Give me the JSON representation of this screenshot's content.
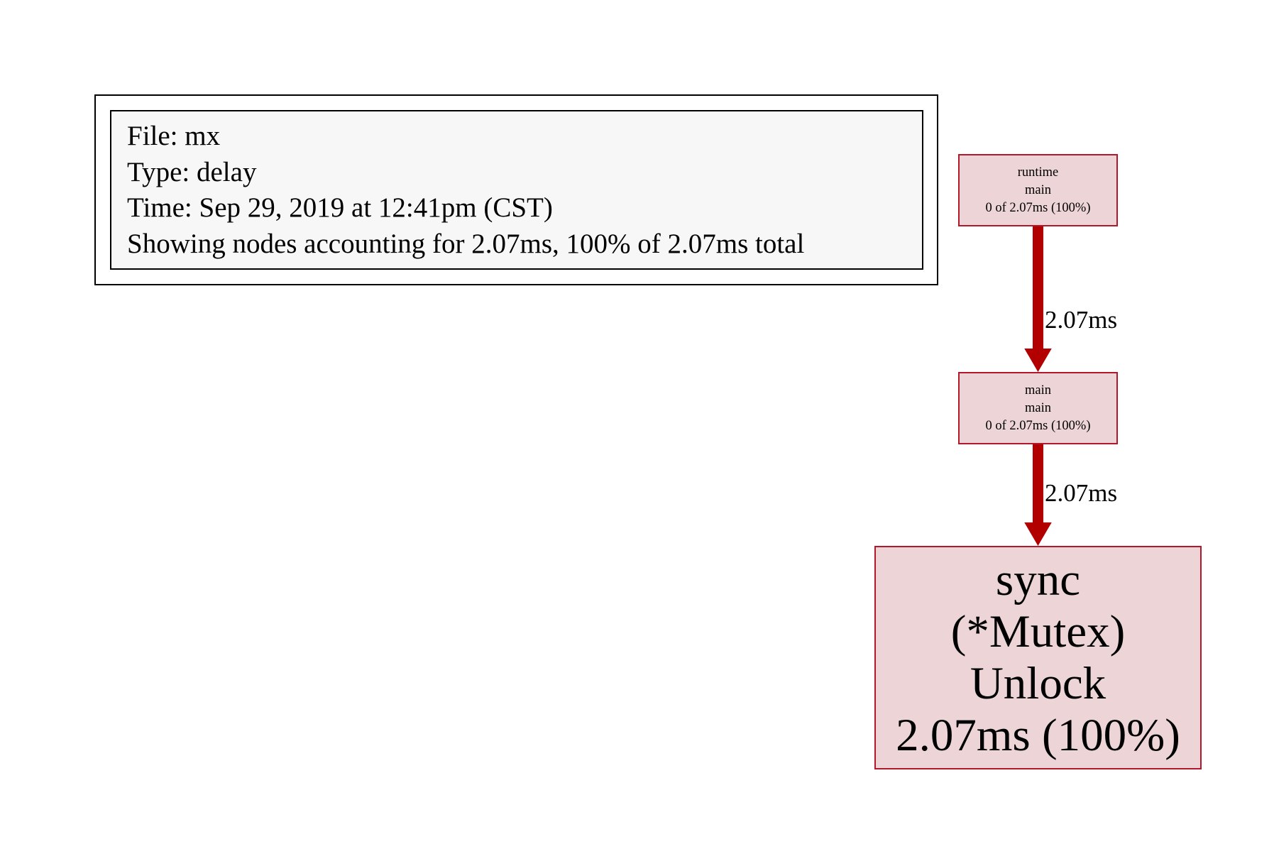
{
  "legend": {
    "lines": [
      "File: mx",
      "Type: delay",
      "Time: Sep 29, 2019 at 12:41pm (CST)",
      "Showing nodes accounting for 2.07ms, 100% of 2.07ms total"
    ]
  },
  "nodes": {
    "runtime_main": {
      "lines": [
        "runtime",
        "main",
        "0 of 2.07ms (100%)"
      ]
    },
    "main_main": {
      "lines": [
        "main",
        "main",
        "0 of 2.07ms (100%)"
      ]
    },
    "sync_unlock": {
      "lines": [
        "sync",
        "(*Mutex)",
        "Unlock",
        "2.07ms (100%)"
      ]
    }
  },
  "edges": [
    {
      "from": "runtime_main",
      "to": "main_main",
      "label": "2.07ms"
    },
    {
      "from": "main_main",
      "to": "sync_unlock",
      "label": "2.07ms"
    }
  ],
  "colors": {
    "node_border": "#b2182b",
    "node_fill": "#edd5d7",
    "edge": "#b20000",
    "legend_fill": "#f7f7f7"
  }
}
